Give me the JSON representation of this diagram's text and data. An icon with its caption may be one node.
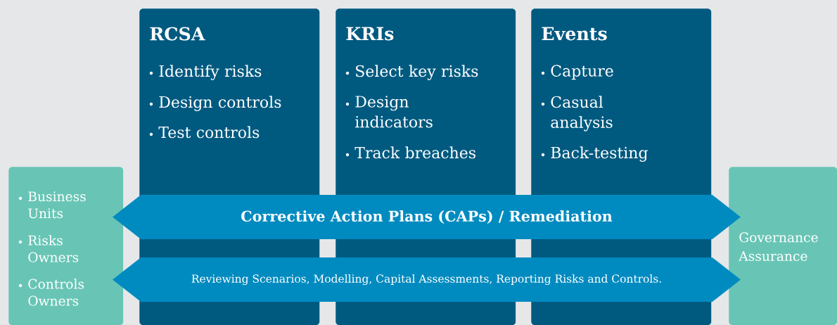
{
  "diagram": {
    "nodes": [
      {
        "text": [
          "Business Units",
          "Risks Owners",
          "Controls Owners"
        ]
      },
      {
        "text": [
          "RCSA",
          "Identify risks",
          "Design controls",
          "Test controls"
        ]
      },
      {
        "text": [
          "KRIs",
          "Select key risks",
          "Design indicators",
          "Track breaches"
        ]
      },
      {
        "text": [
          "Events",
          "Capture",
          "Casual analysis",
          "Back-testing"
        ]
      },
      {
        "text": [
          "Governance Assurance"
        ]
      },
      {
        "text": [
          "Corrective Action Plans (CAPs) / Remediation"
        ]
      },
      {
        "text": [
          "Reviewing Scenarios, Modelling, Capital Assessments, Reporting Risks and Controls."
        ]
      }
    ]
  }
}
